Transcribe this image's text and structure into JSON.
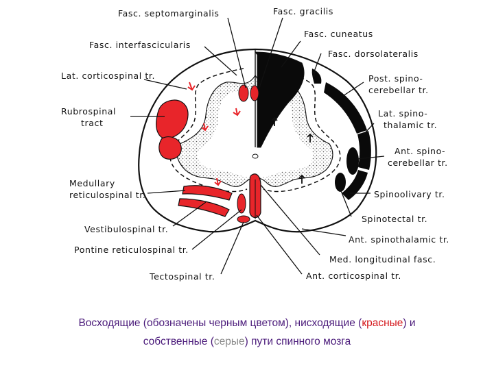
{
  "labels": {
    "fasc_septomarginalis": "Fasc. septomarginalis",
    "fasc_gracilis": "Fasc. gracilis",
    "fasc_cuneatus": "Fasc. cuneatus",
    "fasc_interfascicularis": "Fasc. interfascicularis",
    "fasc_dorsolateralis": "Fasc. dorsolateralis",
    "lat_corticospinal": "Lat. corticospinal tr.",
    "post_spinocerebellar_1": "Post. spino-",
    "post_spinocerebellar_2": "cerebellar tr.",
    "rubrospinal_1": "Rubrospinal",
    "rubrospinal_2": "tract",
    "lat_spinothalamic_1": "Lat. spino-",
    "lat_spinothalamic_2": "thalamic tr.",
    "ant_spinocerebellar_1": "Ant. spino-",
    "ant_spinocerebellar_2": "cerebellar tr.",
    "medullary_reticulospinal_1": "Medullary",
    "medullary_reticulospinal_2": "reticulospinal tr.",
    "spinoolivary": "Spinoolivary tr.",
    "vestibulospinal": "Vestibulospinal tr.",
    "spinotectal": "Spinotectal tr.",
    "pontine_reticulospinal": "Pontine reticulospinal tr.",
    "ant_spinothalamic": "Ant. spinothalamic tr.",
    "med_longitudinal": "Med. longitudinal fasc.",
    "tectospinal": "Tectospinal tr.",
    "ant_corticospinal": "Ant. corticospinal tr."
  },
  "caption": {
    "p1": "Восходящие (обозначены черным цветом), нисходящие (",
    "red_word": "красные",
    "p2": ") и",
    "p3": "собственные (",
    "grey_word": "серые",
    "p4": ") пути спинного мозга"
  },
  "colors": {
    "descending": "#e8252a",
    "ascending": "#0a0a0a",
    "proper": "#8a8a8a",
    "caption_text": "#4a1a7a"
  }
}
